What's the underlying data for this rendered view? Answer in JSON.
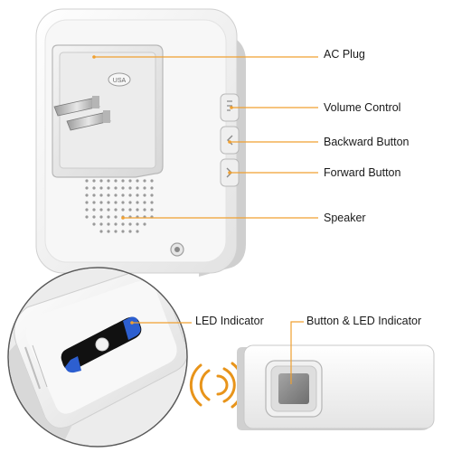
{
  "labels": {
    "ac_plug": "AC Plug",
    "volume_control": "Volume Control",
    "backward_button": "Backward Button",
    "forward_button": "Forward Button",
    "speaker": "Speaker",
    "led_indicator": "LED Indicator",
    "button_led_indicator": "Button & LED Indicator"
  },
  "plug_badge": "USA",
  "colors": {
    "callout_line": "#f0a030",
    "wave": "#e8941a",
    "led_blue": "#2d5fd0",
    "button_gray": "#8a8a8a"
  }
}
